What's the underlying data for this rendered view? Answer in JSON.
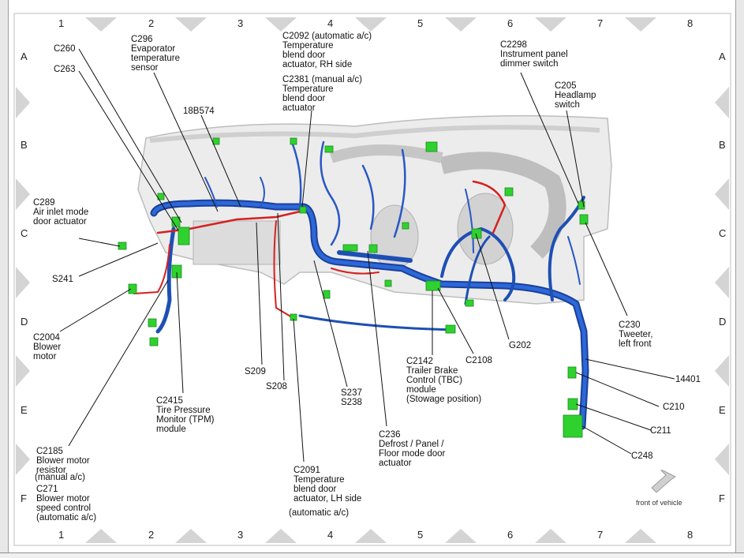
{
  "grid": {
    "columns": [
      "1",
      "2",
      "3",
      "4",
      "5",
      "6",
      "7",
      "8"
    ],
    "rows": [
      "A",
      "B",
      "C",
      "D",
      "E",
      "F"
    ]
  },
  "colors": {
    "harness_blue": "#1e4fb4",
    "harness_red": "#d62020",
    "connector_green": "#2fd12f",
    "dash_gray": "#c9c9c9",
    "marker_gray": "#d4d4d4"
  },
  "labels": {
    "c260": "C260",
    "c263": "C263",
    "c296": "C296\nEvaporator\ntemperature\nsensor",
    "b574": "18B574",
    "c2092": "C2092 (automatic a/c)\nTemperature\nblend door\nactuator, RH side",
    "c2381": "C2381 (manual a/c)\nTemperature\nblend door\nactuator",
    "c2298": "C2298\nInstrument panel\ndimmer switch",
    "c205": "C205\nHeadlamp\nswitch",
    "c289": "C289\nAir inlet mode\ndoor actuator",
    "s241": "S241",
    "c2004": "C2004\nBlower\nmotor",
    "c230": "C230\nTweeter,\nleft front",
    "g202": "G202",
    "c2108": "C2108",
    "c2142": "C2142\nTrailer Brake\nControl (TBC)\nmodule\n(Stowage position)",
    "s209": "S209",
    "s208": "S208",
    "s237": "S237\nS238",
    "n14401": "14401",
    "c210": "C210",
    "c211": "C211",
    "c248": "C248",
    "c2415": "C2415\nTire Pressure\nMonitor (TPM)\nmodule",
    "c236": "C236\nDefrost / Panel /\nFloor mode door\nactuator",
    "c2185": "C2185\nBlower motor\nresistor",
    "manual": "(manual a/c)",
    "c271": "C271\nBlower motor\nspeed control\n(automatic a/c)",
    "c2091": "C2091\nTemperature\nblend door\nactuator, LH side",
    "automatic": "(automatic a/c)",
    "front": "front of vehicle"
  }
}
